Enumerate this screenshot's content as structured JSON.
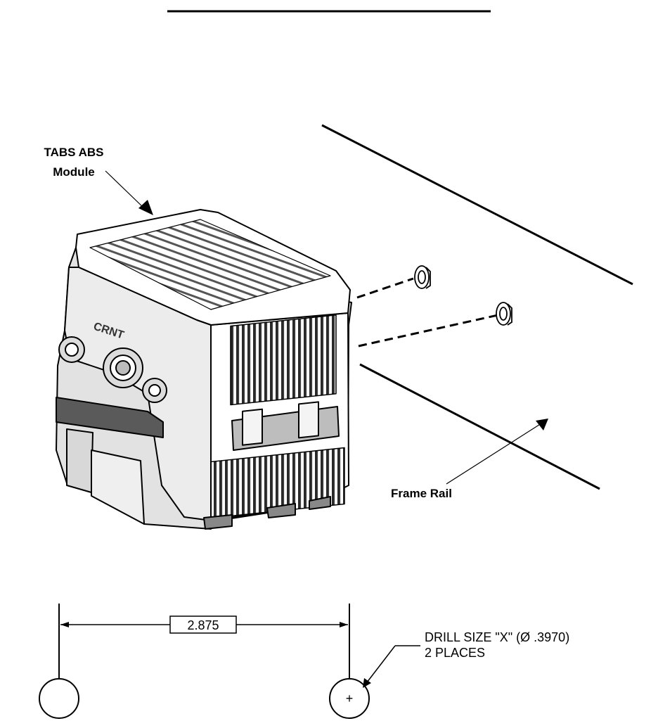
{
  "labels": {
    "module_line1": "TABS ABS",
    "module_line2": "Module",
    "frame_rail": "Frame Rail"
  },
  "drill_spec": {
    "dimension": "2.875",
    "line1": "DRILL SIZE \"X\" (Ø .3970)",
    "line2": "2 PLACES",
    "center_mark": "+"
  },
  "module_markings": {
    "brand": "CRNT"
  },
  "colors": {
    "ink": "#000000",
    "paper": "#ffffff",
    "body_gray": "#cfcfcf",
    "dark_gray": "#4a4a4a"
  }
}
